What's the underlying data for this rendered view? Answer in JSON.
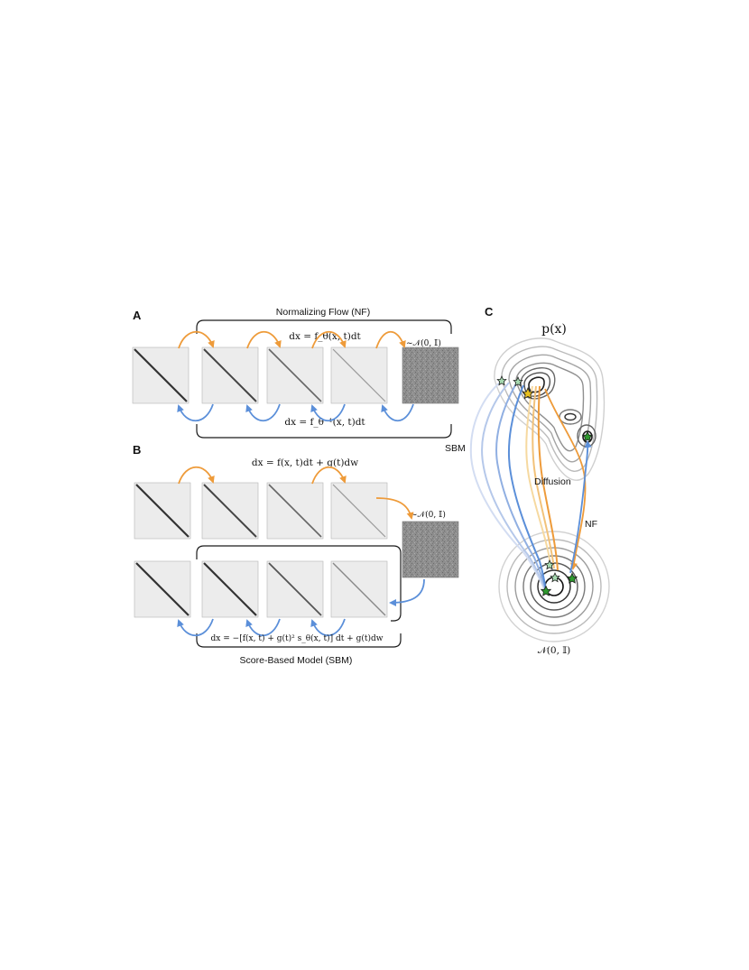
{
  "panels": {
    "a": {
      "letter": "A",
      "title": "Normalizing Flow (NF)",
      "forward_eq": "dx = f_θ(x, t)dt",
      "inverse_eq": "dx = f_θ⁻¹(x, t)dt",
      "target_dist": "~𝒩(0, 𝕀)"
    },
    "b": {
      "letter": "B",
      "forward_eq": "dx = f(x, t)dt + g(t)dw",
      "reverse_eq": "dx = −[f(x, t) + g(t)² s_θ(x, t)] dt + g(t)dw",
      "target_dist": "~𝒩(0, 𝕀)",
      "title": "Score-Based Model (SBM)"
    },
    "c": {
      "letter": "C",
      "data_dist": "p(x)",
      "prior_dist": "𝒩(0, 𝕀)",
      "label_sbm": "SBM",
      "label_diffusion": "Diffusion",
      "label_nf": "NF"
    }
  },
  "colors": {
    "orange": "#ee9b3a",
    "blue": "#5b8fd9",
    "light_blue": "#b5c8ea",
    "light_orange": "#f6d9a0",
    "star_green": "#2f9a2f",
    "star_light": "#a6d9b0",
    "contour": "#555555",
    "noise": "#8e8e8e"
  }
}
